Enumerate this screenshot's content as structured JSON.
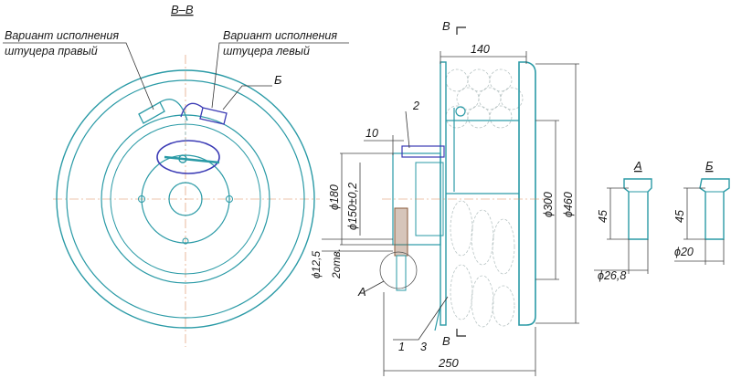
{
  "colors": {
    "outline": "#2a9aa6",
    "dimension": "#444444",
    "centerline": "#d98a5a",
    "highlight": "#3b3bb5",
    "hatch": "#8a5a3a"
  },
  "labels": {
    "section_title": "В–В",
    "variant_right_line1": "Вариант исполнения",
    "variant_right_line2": "штуцера правый",
    "variant_left_line1": "Вариант исполнения",
    "variant_left_line2": "штуцера левый",
    "callout_b": "Б",
    "section_mark_top": "В",
    "section_mark_bottom": "В",
    "callout_a": "А",
    "part_1": "1",
    "part_2": "2",
    "part_3": "3",
    "detail_a": "А",
    "detail_b": "Б"
  },
  "dimensions": {
    "d140": "140",
    "d10": "10",
    "d180": "ϕ180",
    "d150": "ϕ150±0,2",
    "d12_5": "ϕ12,5",
    "holes": "2отв.",
    "d300": "ϕ300",
    "d460": "ϕ460",
    "d250": "250",
    "a_height": "45",
    "a_diameter": "ϕ26,8",
    "b_height": "45",
    "b_diameter": "ϕ20"
  }
}
